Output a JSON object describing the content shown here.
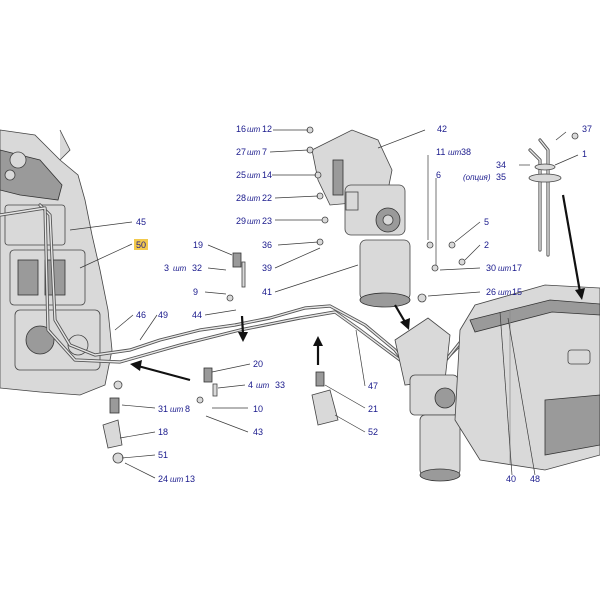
{
  "labels": [
    {
      "id": "l16",
      "num": "16",
      "qty": "шт",
      "ref": "12"
    },
    {
      "id": "l27",
      "num": "27",
      "qty": "шт",
      "ref": "7"
    },
    {
      "id": "l25",
      "num": "25",
      "qty": "шт",
      "ref": "14"
    },
    {
      "id": "l28",
      "num": "28",
      "qty": "шт",
      "ref": "22"
    },
    {
      "id": "l29",
      "num": "29",
      "qty": "шт",
      "ref": "23"
    },
    {
      "id": "l11",
      "num": "11",
      "qty": "шт",
      "ref": "38"
    },
    {
      "id": "l3",
      "num": "3",
      "qty": "шт",
      "ref": "32"
    },
    {
      "id": "l30",
      "num": "30",
      "qty": "шт",
      "ref": "17"
    },
    {
      "id": "l26",
      "num": "26",
      "qty": "шт",
      "ref": "15"
    },
    {
      "id": "l4",
      "num": "4",
      "qty": "шт",
      "ref": "33"
    },
    {
      "id": "l31",
      "num": "31",
      "qty": "шт",
      "ref": "8"
    },
    {
      "id": "l24",
      "num": "24",
      "qty": "шт",
      "ref": "13"
    }
  ],
  "single_labels": {
    "n42": "42",
    "n6": "6",
    "n37": "37",
    "n34": "34",
    "n1": "1",
    "n45": "45",
    "n50": "50",
    "n19": "19",
    "n36": "36",
    "n39": "39",
    "n41": "41",
    "n5": "5",
    "n2": "2",
    "n9": "9",
    "n44": "44",
    "n46": "46",
    "n49": "49",
    "n20": "20",
    "n10": "10",
    "n43": "43",
    "n47": "47",
    "n21": "21",
    "n52": "52",
    "n18": "18",
    "n51": "51",
    "n40": "40",
    "n48": "48"
  },
  "option_label": {
    "text": "(опция)",
    "ref": "35"
  },
  "highlight_color": "#f2c94c",
  "label_color": "#1a1a8c"
}
